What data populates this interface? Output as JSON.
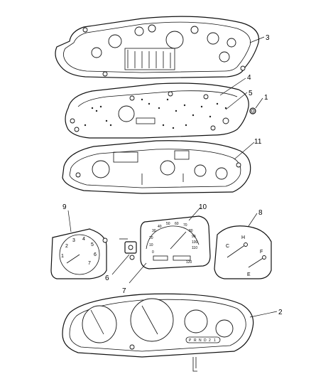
{
  "callouts": [
    {
      "id": "1",
      "label": "1"
    },
    {
      "id": "2",
      "label": "2"
    },
    {
      "id": "3",
      "label": "3"
    },
    {
      "id": "4",
      "label": "4"
    },
    {
      "id": "5",
      "label": "5"
    },
    {
      "id": "6",
      "label": "6"
    },
    {
      "id": "7",
      "label": "7"
    },
    {
      "id": "8",
      "label": "8"
    },
    {
      "id": "9",
      "label": "9"
    },
    {
      "id": "10",
      "label": "10"
    },
    {
      "id": "11",
      "label": "11"
    }
  ],
  "tach_numbers": [
    "1",
    "2",
    "3",
    "4",
    "5",
    "6",
    "7"
  ],
  "speedo_numbers": [
    "0",
    "10",
    "20",
    "30",
    "40",
    "50",
    "60",
    "70",
    "80",
    "90",
    "100",
    "110",
    "120"
  ],
  "gauge8_marks": [
    "C",
    "H",
    "E",
    "F"
  ],
  "shifter": [
    "P",
    "R",
    "N",
    "D",
    "2",
    "1"
  ]
}
